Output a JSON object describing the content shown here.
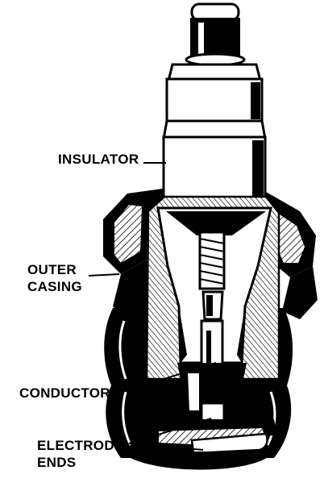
{
  "diagram": {
    "labels": {
      "insulator": "INSULATOR",
      "outer_casing_line1": "OUTER",
      "outer_casing_line2": "CASING",
      "conductors": "CONDUCTORS",
      "electrode_ends_line1": "ELECTRODE",
      "electrode_ends_line2": "ENDS"
    },
    "colors": {
      "ink": "#000000",
      "paper": "#ffffff"
    }
  }
}
